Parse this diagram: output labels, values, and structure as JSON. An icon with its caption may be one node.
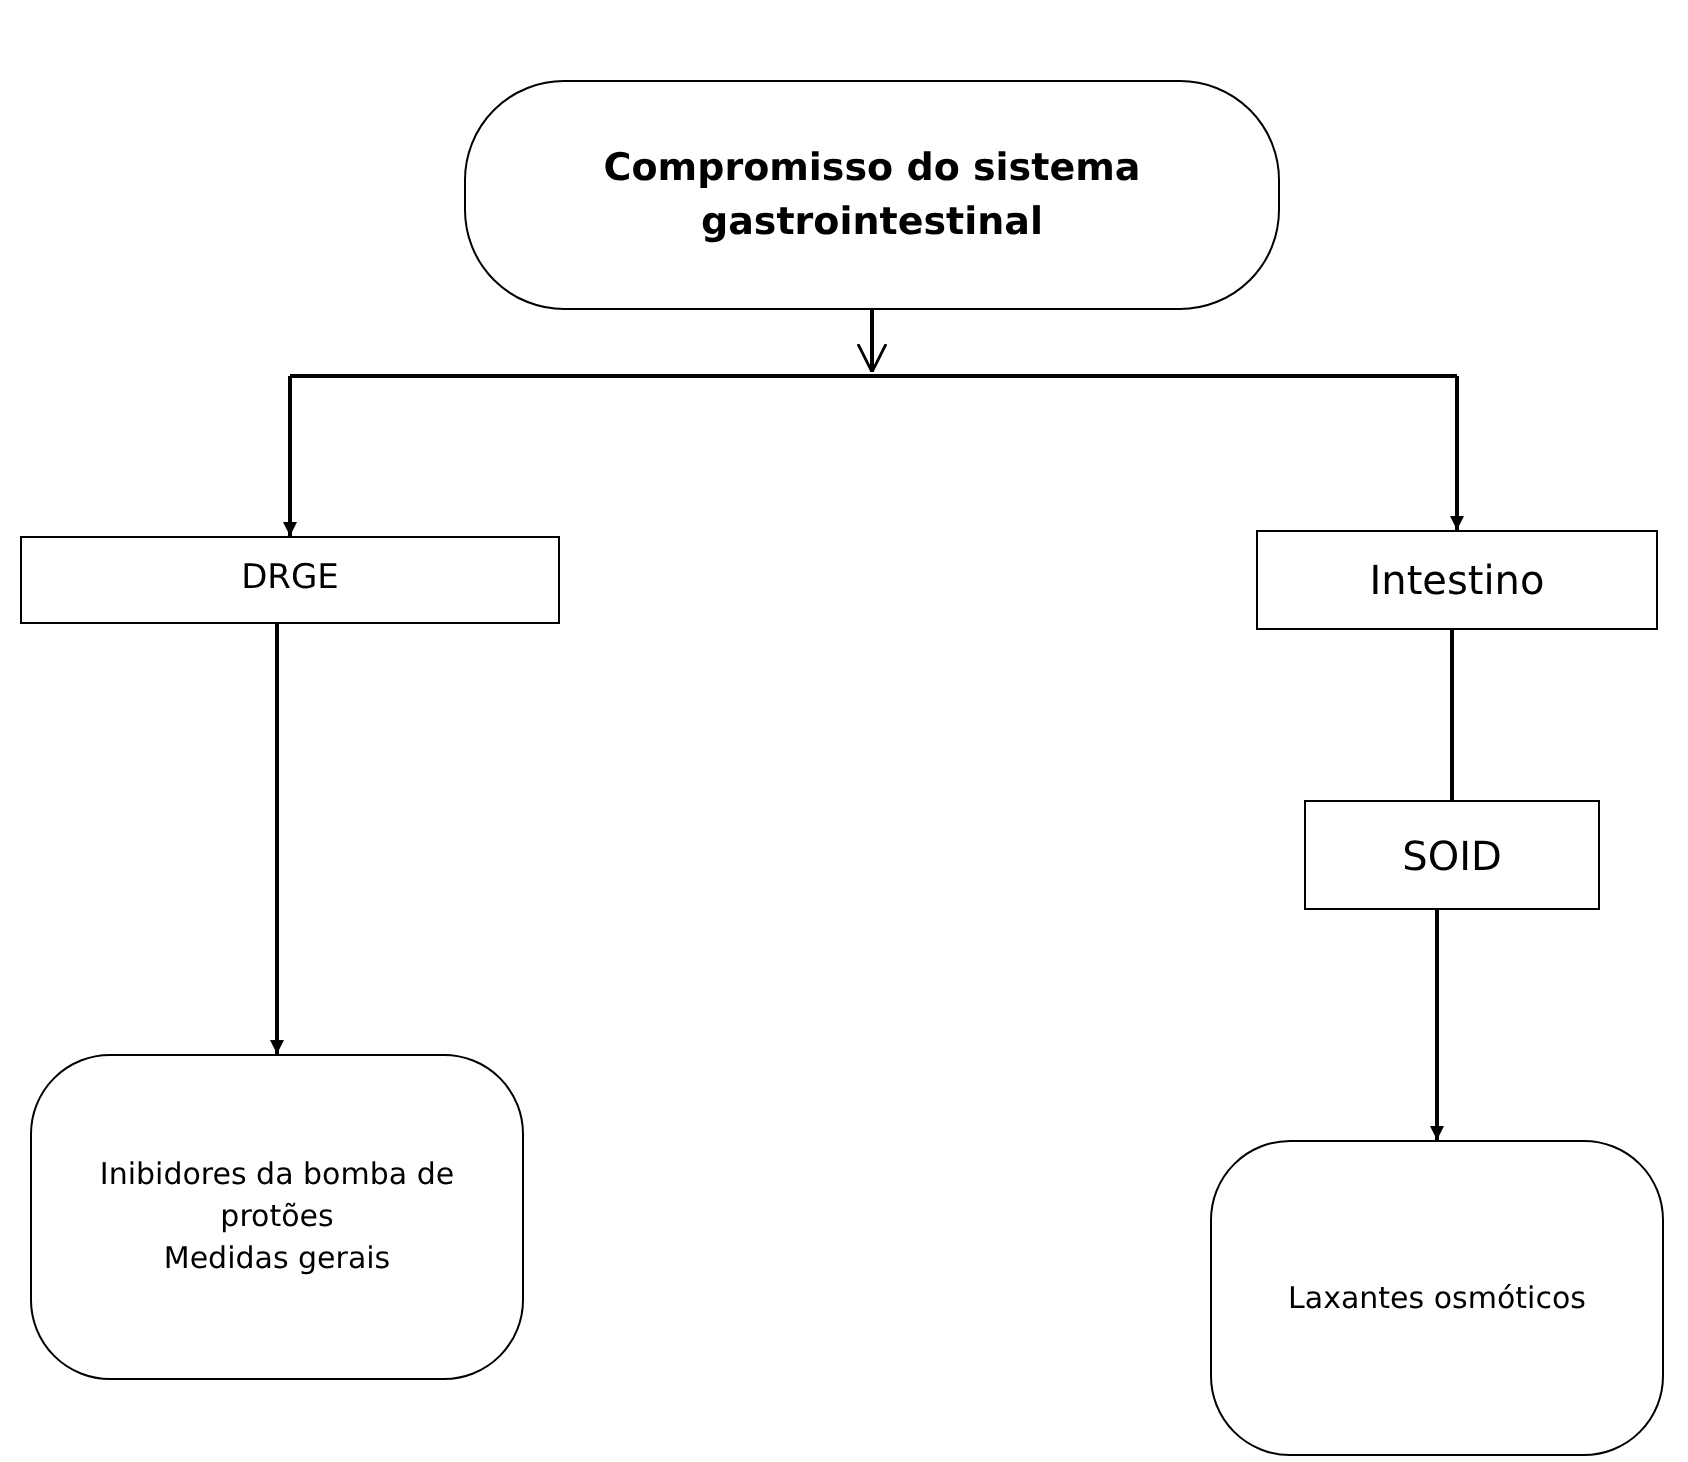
{
  "diagram": {
    "nodes": [
      {
        "text": [
          "Compromisso do sistema gastrointestinal"
        ]
      },
      {
        "text": [
          "DRGE"
        ]
      },
      {
        "text": [
          "Intestino"
        ]
      },
      {
        "text": [
          "SOID"
        ]
      },
      {
        "text": [
          "Inibidores da bomba de protões",
          "Medidas gerais"
        ]
      },
      {
        "text": [
          "Laxantes osmóticos"
        ]
      }
    ],
    "edges": [
      {
        "from": 0,
        "to": 1,
        "arrow": "to"
      },
      {
        "from": 0,
        "to": 2,
        "arrow": "to"
      },
      {
        "from": 2,
        "to": 3,
        "arrow": "none"
      },
      {
        "from": 1,
        "to": 4,
        "arrow": "to"
      },
      {
        "from": 3,
        "to": 5,
        "arrow": "to"
      }
    ]
  }
}
